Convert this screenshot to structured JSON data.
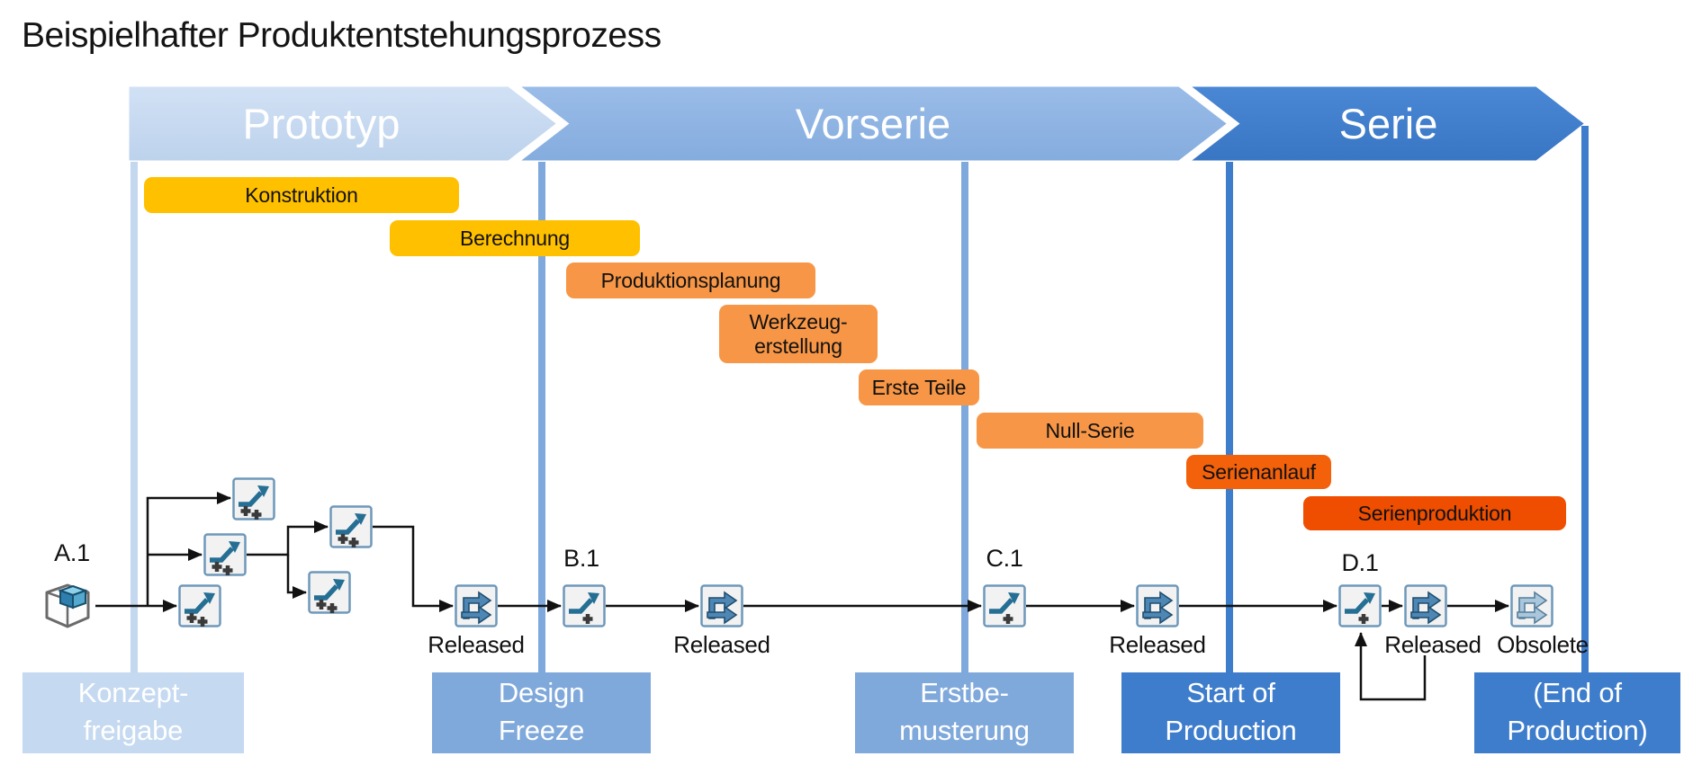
{
  "title": "Beispielhafter Produktentstehungsprozess",
  "phases": [
    {
      "label": "Prototyp",
      "color": "#C5D9F1"
    },
    {
      "label": "Vorserie",
      "color": "#8FB4E3"
    },
    {
      "label": "Serie",
      "color": "#3E7DCB"
    }
  ],
  "bars": [
    {
      "label": "Konstruktion",
      "color": "#FFC000"
    },
    {
      "label": "Berechnung",
      "color": "#FFC000"
    },
    {
      "label": "Produktionsplanung",
      "color": "#F79646"
    },
    {
      "lines": [
        "Werkzeug-",
        "erstellung"
      ],
      "color": "#F79646"
    },
    {
      "label": "Erste Teile",
      "color": "#F79646"
    },
    {
      "label": "Null-Serie",
      "color": "#F79646"
    },
    {
      "label": "Serienanlauf",
      "color": "#F3610B"
    },
    {
      "label": "Serienproduktion",
      "color": "#EF4E00"
    }
  ],
  "milestones": [
    {
      "lines": [
        "Konzept-",
        "freigabe"
      ],
      "color": "#C5D9F1"
    },
    {
      "lines": [
        "Design",
        "Freeze"
      ],
      "color": "#7FA8DB"
    },
    {
      "lines": [
        "Erstbe-",
        "musterung"
      ],
      "color": "#7FA8DB"
    },
    {
      "lines": [
        "Start of",
        "Production"
      ],
      "color": "#3E7DCB"
    },
    {
      "lines": [
        "(End of",
        "Production)"
      ],
      "color": "#3E7DCB"
    }
  ],
  "workflow": {
    "item_label": "A.1",
    "revision_labels": [
      "B.1",
      "C.1",
      "D.1"
    ],
    "released_label": "Released",
    "obsolete_label": "Obsolete"
  },
  "icons": {
    "item-icon": "isometric wireframe cube with blue box (item)",
    "revise-plus-plus-icon": "up-right arrow with two plus signs (create revisions)",
    "revise-plus-icon": "up-right arrow with one plus sign (new revision)",
    "release-status-icon": "two solid blue right arrows (released status)",
    "obsolete-status-icon": "two pale blue right arrows (obsolete status)"
  },
  "colors": {
    "phase_prototyp": "#C5D9F1",
    "phase_vorserie": "#8FB4E3",
    "phase_serie": "#3E7DCB",
    "bar_yellow": "#FFC000",
    "bar_orange": "#F79646",
    "bar_orange_dark": "#F3610B",
    "bar_orange_red": "#EF4E00",
    "milestone_light": "#C5D9F1",
    "milestone_mid": "#7FA8DB",
    "milestone_dark": "#3E7DCB",
    "phase_line_light": "#C3D7EE",
    "phase_line_mid": "#7FA9DC",
    "phase_line_dark": "#3E7DCB",
    "connector": "#111111"
  }
}
